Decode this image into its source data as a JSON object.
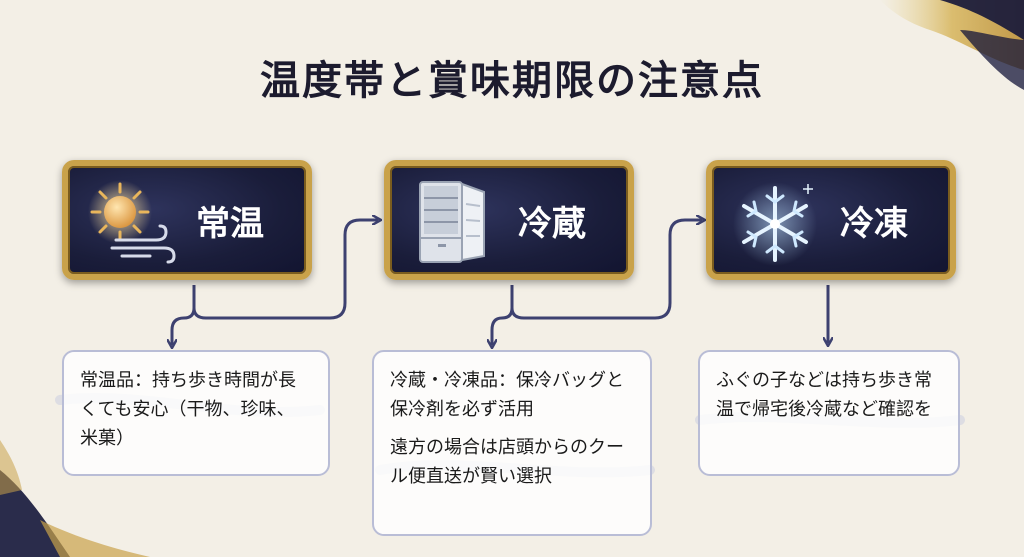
{
  "title": "温度帯と賞味期限の注意点",
  "stages": [
    {
      "label": "常温",
      "icon": "sun-wind-icon",
      "notes": [
        "常温品：持ち歩き時間が長くても安心（干物、珍味、米菓）"
      ]
    },
    {
      "label": "冷蔵",
      "icon": "refrigerator-icon",
      "notes": [
        "冷蔵・冷凍品：保冷バッグと保冷剤を必ず活用",
        "遠方の場合は店頭からのクール便直送が賢い選択"
      ]
    },
    {
      "label": "冷凍",
      "icon": "snowflake-icon",
      "notes": [
        "ふぐの子などは持ち歩き常温で帰宅後冷蔵など確認を"
      ]
    }
  ],
  "colors": {
    "card_bg": "#1a1d3a",
    "card_border": "#c9a24a",
    "arrow": "#3d4170",
    "note_border": "#b9bdd6"
  }
}
